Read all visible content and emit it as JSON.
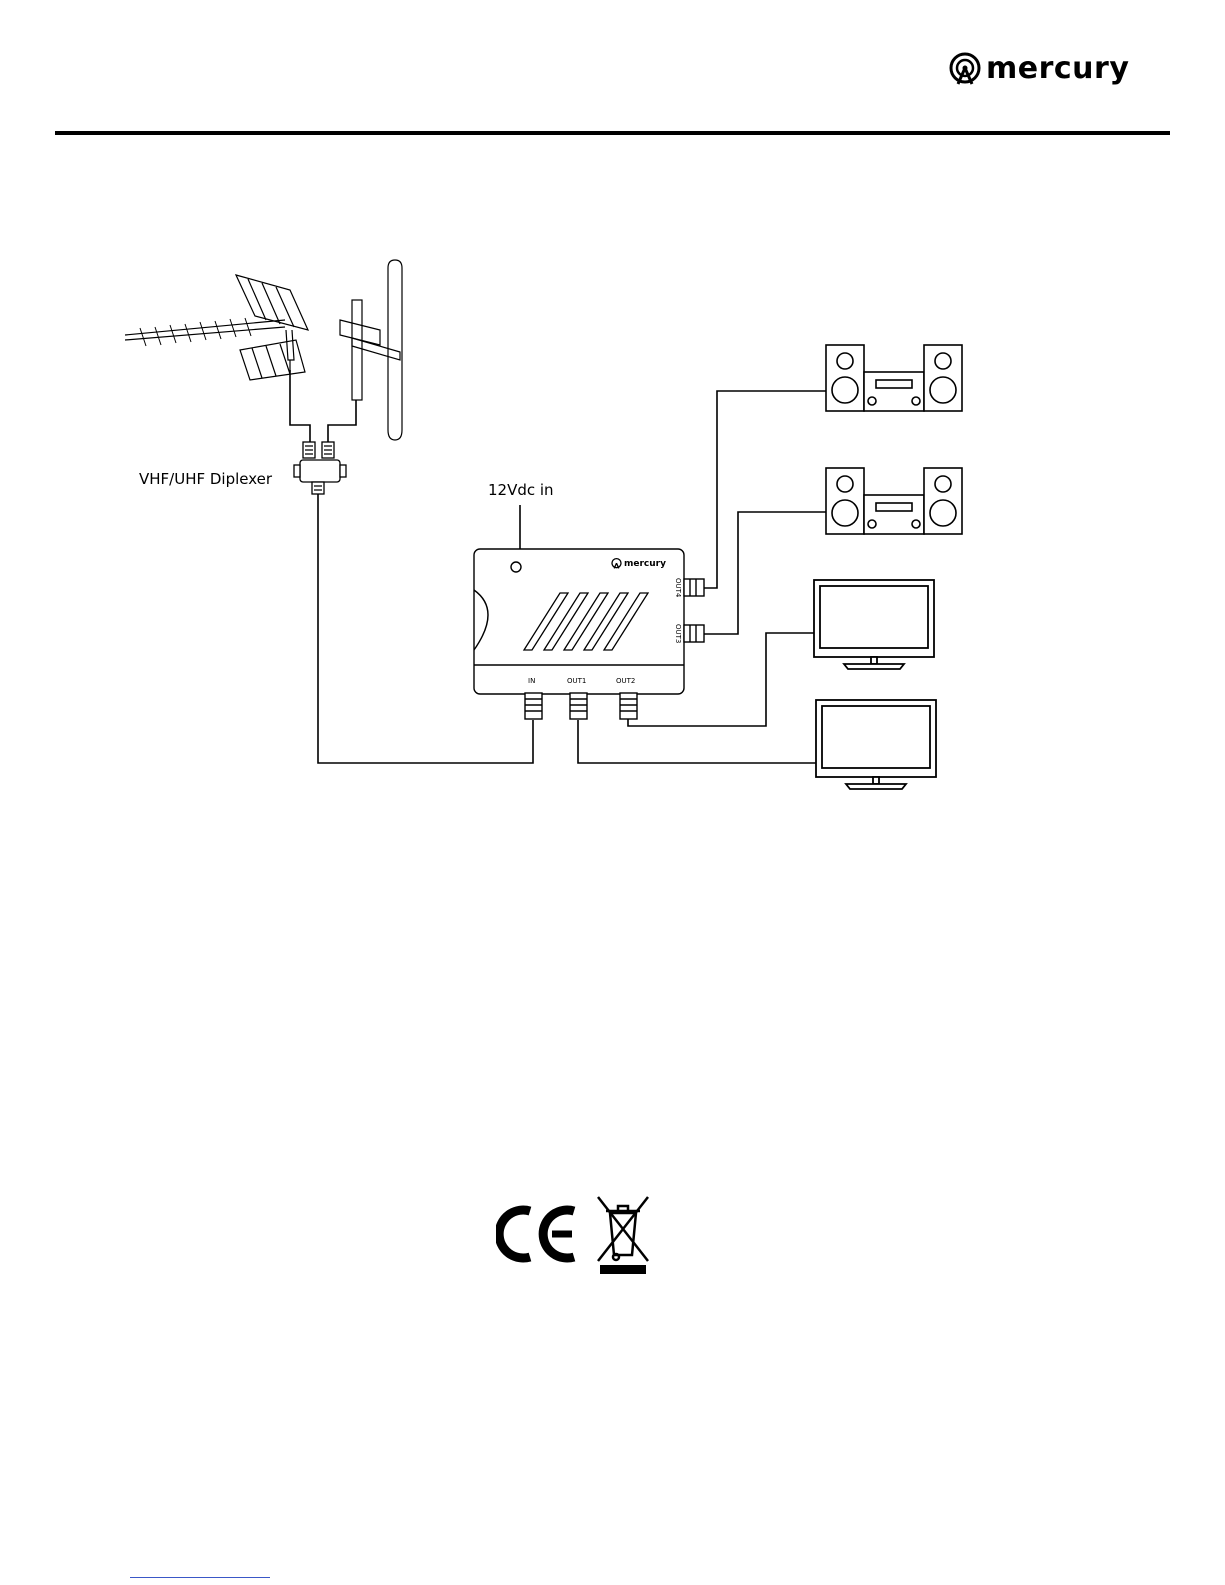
{
  "header": {
    "brand": "mercury",
    "brand_icon": "mercury-antenna-logo-icon"
  },
  "diagram": {
    "labels": {
      "diplexer": "VHF/UHF Diplexer",
      "power": "12Vdc in"
    },
    "device": {
      "brand": "mercury",
      "ports": {
        "in": "IN",
        "out1": "OUT1",
        "out2": "OUT2",
        "out3": "OUT3",
        "out4": "OUT4"
      }
    },
    "equipment": [
      "yagi-antenna-icon",
      "dipole-antenna-icon",
      "diplexer-icon",
      "amplifier-icon",
      "stereo-system-icon",
      "stereo-system-icon",
      "tv-icon",
      "tv-icon"
    ]
  },
  "compliance": {
    "marks": [
      "ce-mark-icon",
      "weee-bin-icon"
    ]
  }
}
